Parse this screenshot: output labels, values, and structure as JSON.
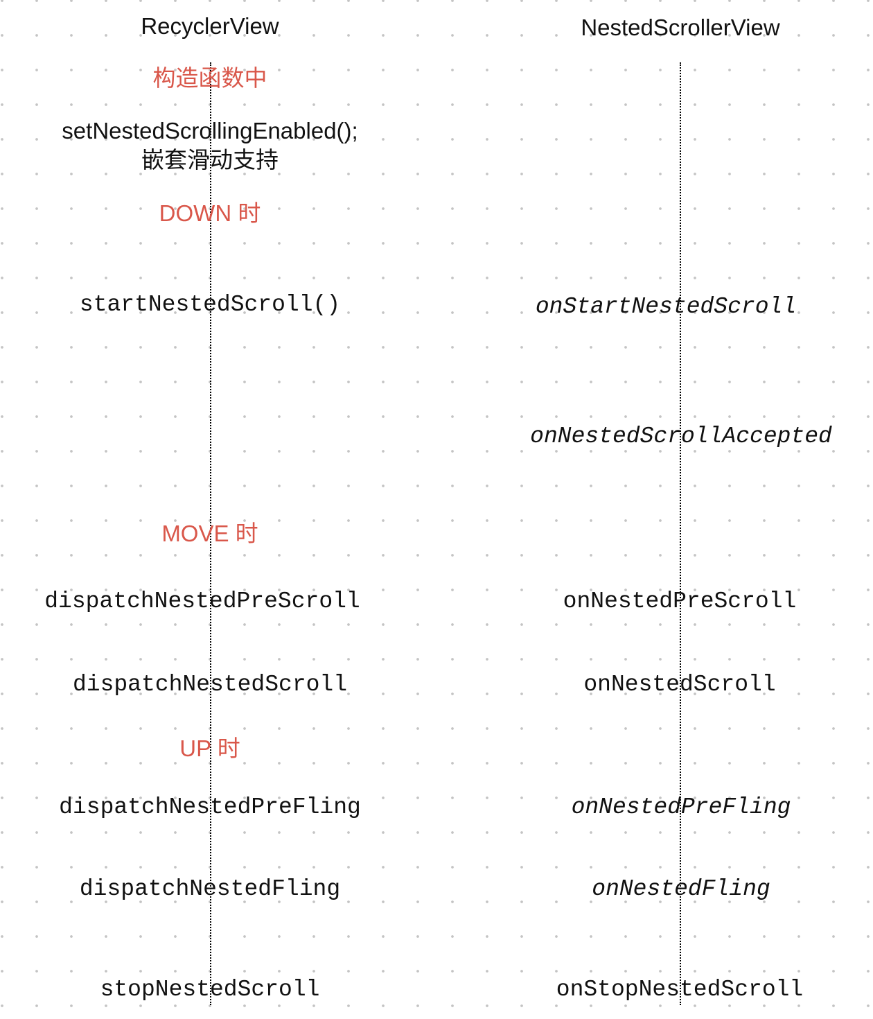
{
  "colors": {
    "text": "#111111",
    "section": "#d9574a",
    "lifeline": "#000000",
    "grid_dot": "#c4c4c4",
    "background": "#ffffff"
  },
  "headers": {
    "left": "RecyclerView",
    "right": "NestedScrollerView"
  },
  "sections": {
    "constructor": "构造函数中",
    "down": "DOWN 时",
    "move": "MOVE 时",
    "up": "UP 时"
  },
  "left_calls": {
    "set_enabled": "setNestedScrollingEnabled();",
    "set_enabled_note": "嵌套滑动支持",
    "start": "startNestedScroll()",
    "dispatch_pre_scroll": "dispatchNestedPreScroll",
    "dispatch_scroll": "dispatchNestedScroll",
    "dispatch_pre_fling": "dispatchNestedPreFling",
    "dispatch_fling": "dispatchNestedFling",
    "stop": "stopNestedScroll"
  },
  "right_calls": {
    "on_start": "onStartNestedScroll",
    "on_accepted": "onNestedScrollAccepted",
    "on_pre_scroll": "onNestedPreScroll",
    "on_scroll": "onNestedScroll",
    "on_pre_fling": "onNestedPreFling",
    "on_fling": "onNestedFling",
    "on_stop": "onStopNestedScroll"
  }
}
